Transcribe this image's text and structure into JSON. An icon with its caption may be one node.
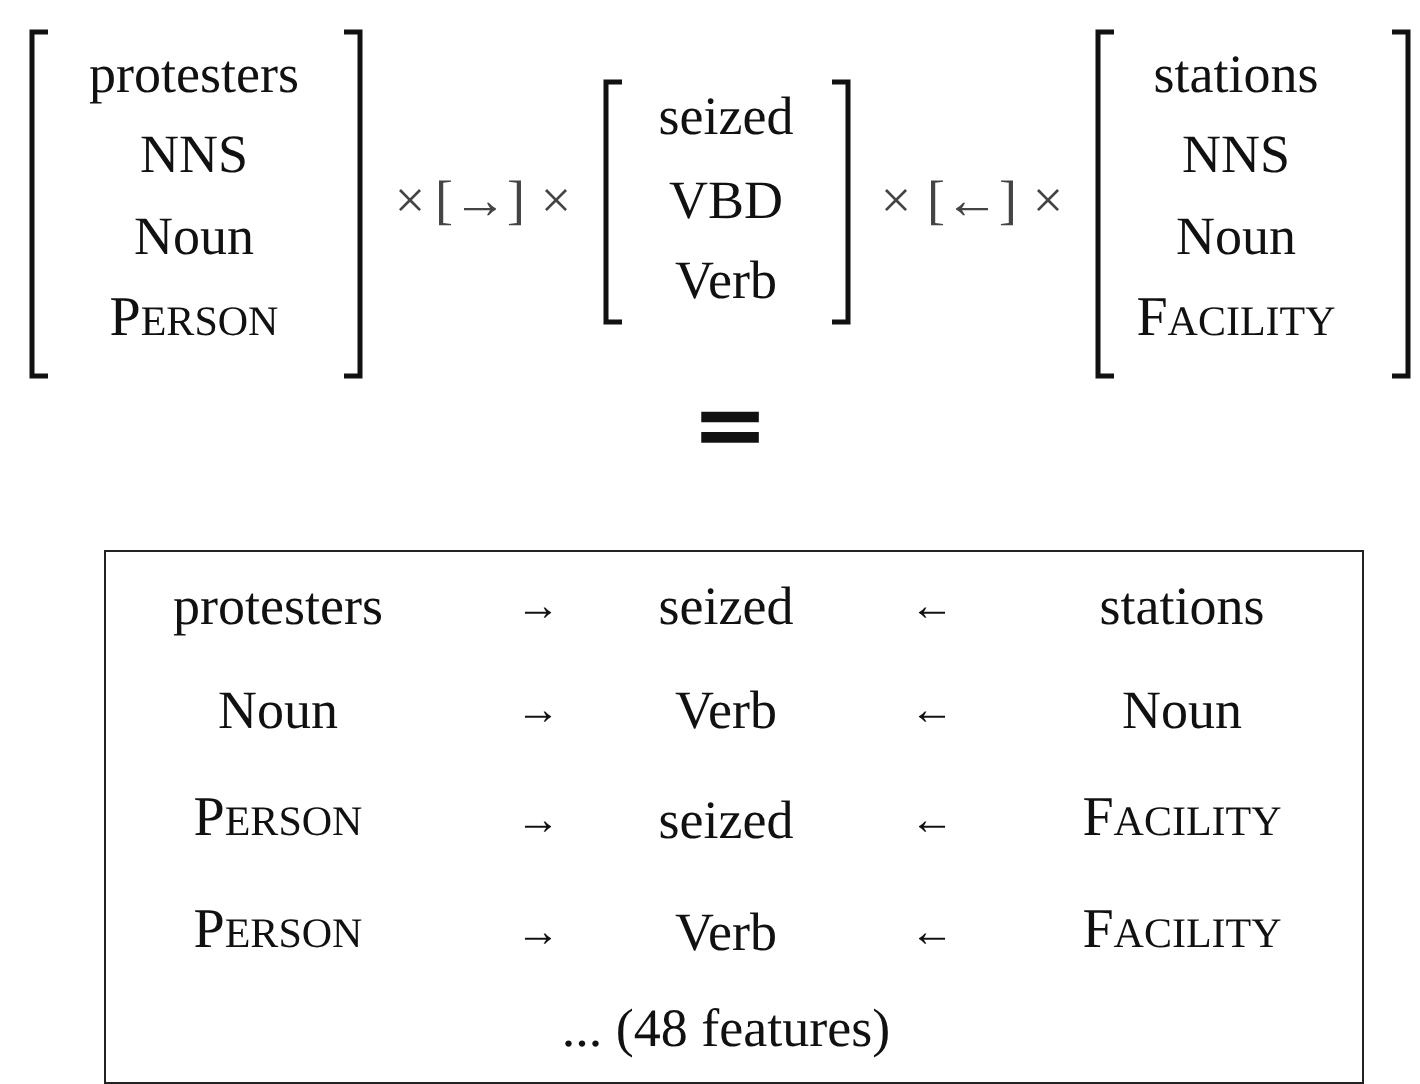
{
  "diagram": {
    "nodes": [
      {
        "text": [
          "protesters",
          "NNS",
          "Noun",
          "PERSON"
        ]
      },
      {
        "text": [
          "seized",
          "VBD",
          "Verb"
        ]
      },
      {
        "text": [
          "stations",
          "NNS",
          "Noun",
          "FACILITY"
        ]
      },
      {
        "text": [
          "protesters",
          "→",
          "seized",
          "←",
          "stations",
          "Noun",
          "→",
          "Verb",
          "←",
          "Noun",
          "PERSON",
          "→",
          "seized",
          "←",
          "FACILITY",
          "PERSON",
          "→",
          "Verb",
          "←",
          "FACILITY",
          "... (48 features)"
        ]
      }
    ],
    "labels": [
      "×",
      "[→]",
      "×",
      "×",
      "[←]",
      "×",
      "="
    ]
  }
}
